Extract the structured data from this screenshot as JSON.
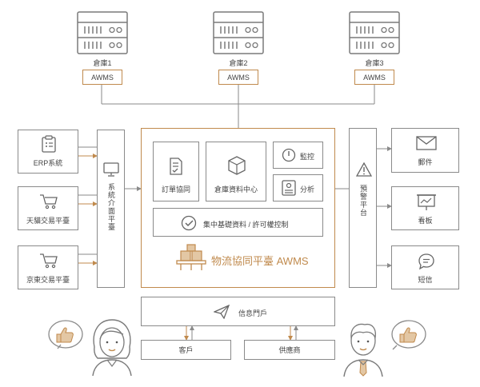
{
  "warehouses": [
    {
      "label": "倉庫1",
      "system": "AWMS"
    },
    {
      "label": "倉庫2",
      "system": "AWMS"
    },
    {
      "label": "倉庫3",
      "system": "AWMS"
    }
  ],
  "left_systems": [
    {
      "label": "ERP系統",
      "icon": "clipboard-icon"
    },
    {
      "label": "天貓交易平臺",
      "icon": "cart-icon"
    },
    {
      "label": "京東交易平臺",
      "icon": "cart-icon"
    }
  ],
  "interface_platform": "系統介面平臺",
  "core": {
    "order": "訂單協同",
    "data_center": "倉庫資料中心",
    "monitor": "監控",
    "analysis": "分析",
    "base": "集中基礎資料 / 許可權控制",
    "title": "物流協同平臺 AWMS"
  },
  "alert_platform": "預警平台",
  "right_channels": [
    {
      "label": "郵件",
      "icon": "mail-icon"
    },
    {
      "label": "看板",
      "icon": "board-icon"
    },
    {
      "label": "短信",
      "icon": "chat-icon"
    }
  ],
  "portal": "信息門戶",
  "customer": "客戶",
  "supplier": "供應商",
  "colors": {
    "accent": "#c08a4d",
    "line": "#8a8a8a"
  }
}
